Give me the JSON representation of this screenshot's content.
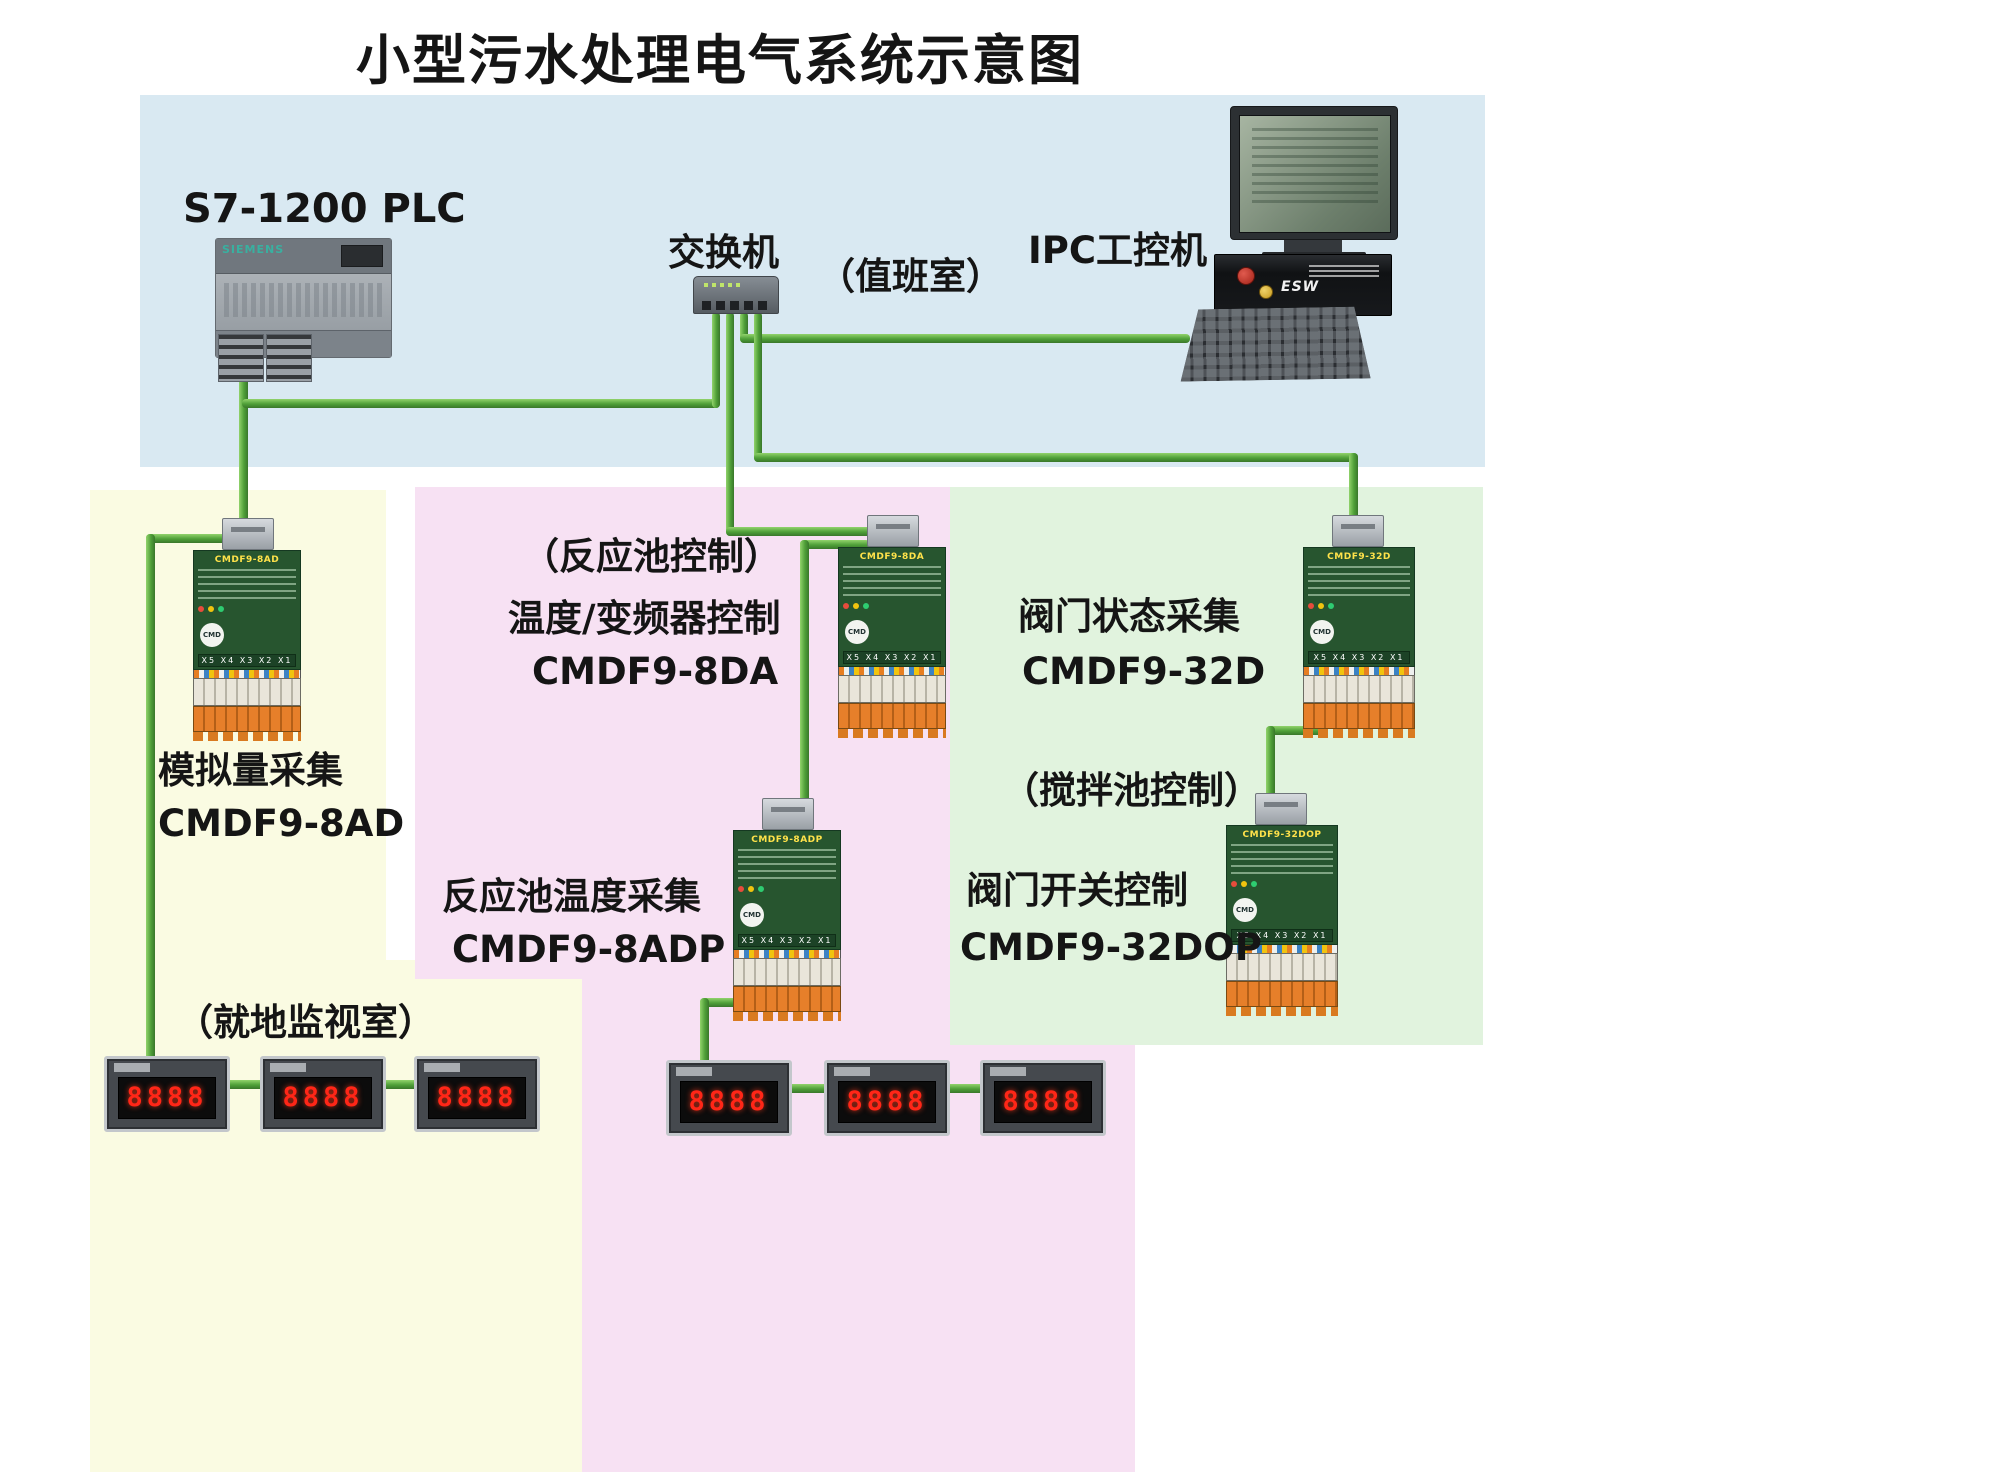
{
  "title": "小型污水处理电气系统示意图",
  "control_room": {
    "plc_label": "S7-1200  PLC",
    "plc_brand": "SIEMENS",
    "switch_label": "交换机",
    "duty_room_label": "（值班室）",
    "ipc_label": "IPC工控机",
    "chassis_text": "ESW"
  },
  "analog_section": {
    "function_label": "模拟量采集",
    "model_label": "CMDF9-8AD",
    "room_label": "（就地监视室）"
  },
  "reaction_section": {
    "control_label": "（反应池控制）",
    "function_label": "温度/变频器控制",
    "model_label": "CMDF9-8DA",
    "temp_function_label": "反应池温度采集",
    "temp_model_label": "CMDF9-8ADP"
  },
  "valve_section": {
    "status_function_label": "阀门状态采集",
    "status_model_label": "CMDF9-32D",
    "mixing_room_label": "（搅拌池控制）",
    "control_function_label": "阀门开关控制",
    "control_model_label": "CMDF9-32DOP"
  },
  "modules": {
    "brand": "CMD",
    "terminal_row_label": "X5 X4 X3 X2 X1",
    "items": [
      {
        "name": "CMDF9-8AD"
      },
      {
        "name": "CMDF9-8DA"
      },
      {
        "name": "CMDF9-8ADP"
      },
      {
        "name": "CMDF9-32D"
      },
      {
        "name": "CMDF9-32DOP"
      }
    ]
  },
  "meter": {
    "display": "8888"
  }
}
